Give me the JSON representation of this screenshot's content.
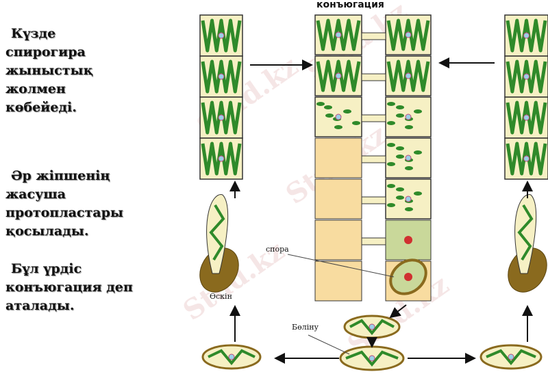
{
  "text_blocks": [
    {
      "lines": [
        "Күзде",
        "спирогира",
        "жыныстық",
        "жолмен",
        "көбейеді."
      ]
    },
    {
      "lines": [
        "Әр жіпшенің",
        "жасуша",
        "протопластары",
        "қосылады."
      ]
    },
    {
      "lines": [
        "Бұл үрдіс",
        "конъюгация деп",
        "аталады."
      ]
    }
  ],
  "diagram": {
    "title": "конъюгация",
    "labels": {
      "spore": "спора",
      "germination": "Өскін",
      "division": "Бөліну"
    },
    "watermark": "Stud.kz",
    "colors": {
      "cell_fill": "#f6f0c4",
      "chloroplast": "#2f8a2a",
      "cell_border": "#333333",
      "empty_cell": "#f8dca0",
      "spore_wall": "#8a6a1e"
    }
  }
}
